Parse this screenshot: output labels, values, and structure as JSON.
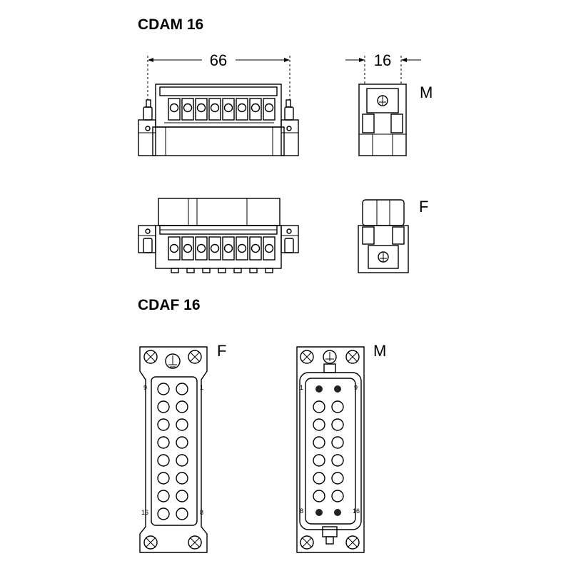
{
  "titles": {
    "cdam": "CDAM 16",
    "cdaf": "CDAF 16"
  },
  "dimensions": {
    "width": "66",
    "depth": "16"
  },
  "view_labels": {
    "side_male": "M",
    "side_female": "F",
    "face_female": "F",
    "face_male": "M"
  },
  "pin_numbers": {
    "female": {
      "top_left": "9",
      "top_right": "1",
      "bottom_left": "16",
      "bottom_right": "8"
    },
    "male": {
      "top_left": "1",
      "top_right": "9",
      "bottom_left": "8",
      "bottom_right": "16"
    }
  }
}
